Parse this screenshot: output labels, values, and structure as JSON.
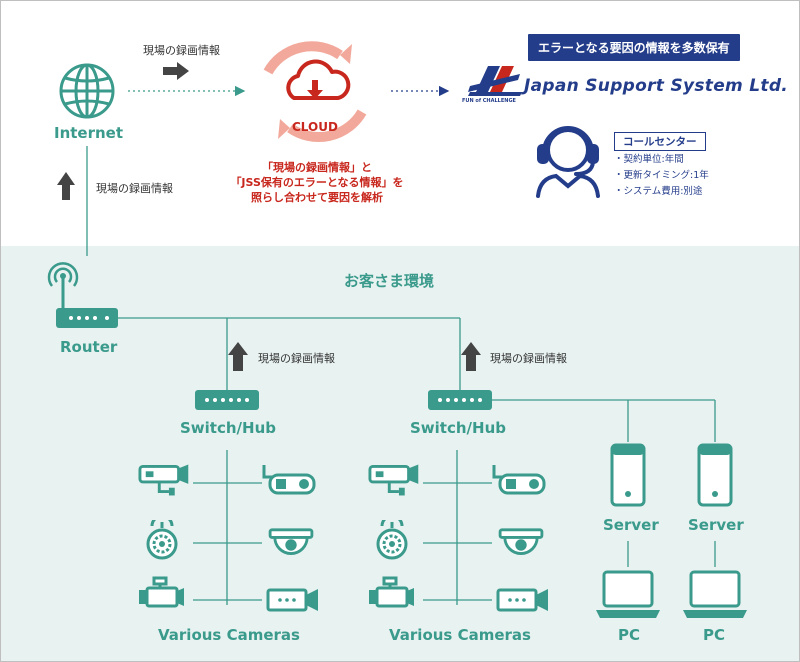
{
  "internet": {
    "label": "Internet"
  },
  "cloud": {
    "label": "CLOUD",
    "note_lines": [
      "「現場の録画情報」と",
      "「JSS保有のエラーとなる情報」を",
      "照らし合わせて要因を解析"
    ]
  },
  "flows": {
    "top": "現場の録画情報",
    "internet_up": "現場の録画情報",
    "hub1_up": "現場の録画情報",
    "hub2_up": "現場の録画情報"
  },
  "jss": {
    "banner": "エラーとなる要因の情報を多数保有",
    "company_name": "Japan Support System Ltd.",
    "tagline": "FUN of CHALLENGE"
  },
  "call_center": {
    "title": "コールセンター",
    "items": [
      "・契約単位:年間",
      "・更新タイミング:1年",
      "・システム費用:別途"
    ]
  },
  "customer": {
    "title": "お客さま環境"
  },
  "router": {
    "label": "Router"
  },
  "switch_hub_1": {
    "label": "Switch/Hub"
  },
  "switch_hub_2": {
    "label": "Switch/Hub"
  },
  "cameras_1": {
    "label": "Various Cameras"
  },
  "cameras_2": {
    "label": "Various Cameras"
  },
  "server_1": {
    "label": "Server"
  },
  "server_2": {
    "label": "Server"
  },
  "pc_1": {
    "label": "PC"
  },
  "pc_2": {
    "label": "PC"
  },
  "colors": {
    "teal": "#3a9a8b",
    "cloud_red": "#c8271d",
    "navy": "#243d8a",
    "arrow_gray": "#444444",
    "customer_bg": "#e8f2f1"
  }
}
